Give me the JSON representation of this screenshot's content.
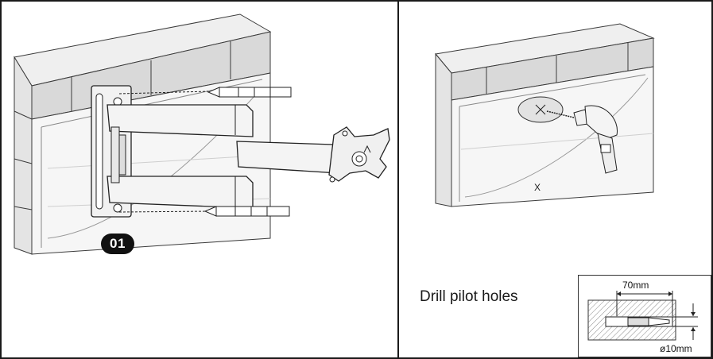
{
  "step": {
    "number": "01"
  },
  "instruction": {
    "caption": "Drill pilot holes"
  },
  "detail": {
    "depth_label": "70mm",
    "diameter_label": "ø10mm"
  },
  "wall_mark": {
    "symbol": "X"
  },
  "colors": {
    "line": "#3a3a3a",
    "wall_shade": "#d9d9d9",
    "wall_light": "#efefef",
    "badge_bg": "#111111"
  },
  "icons": [
    "wall-bracket-illustration",
    "screw-anchor-icon",
    "drill-icon",
    "wall-plug-cross-section"
  ]
}
